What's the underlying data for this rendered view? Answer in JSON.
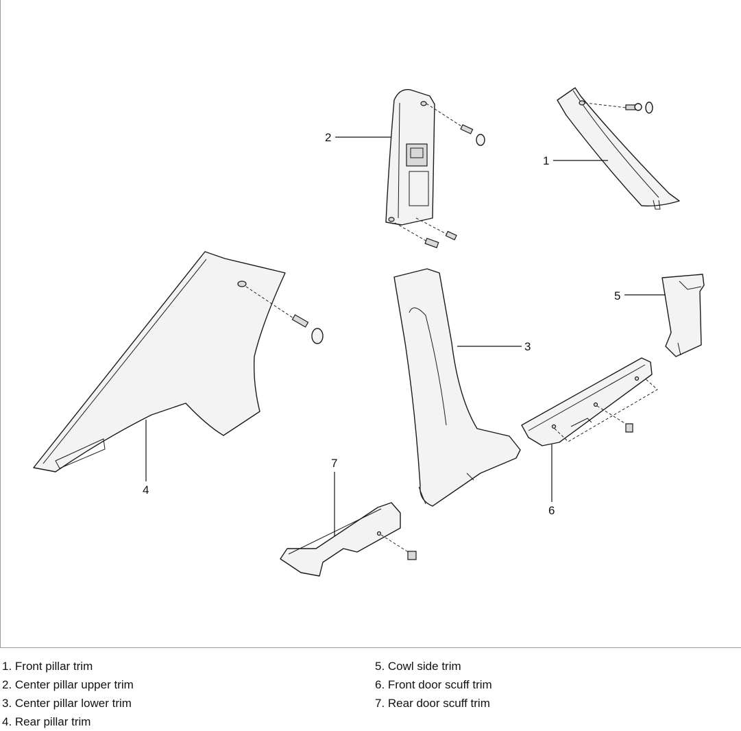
{
  "callouts": [
    "1",
    "2",
    "3",
    "4",
    "5",
    "6",
    "7"
  ],
  "legend": {
    "left": [
      "1. Front pillar trim",
      "2.  Center pillar upper trim",
      "3.  Center pillar lower trim",
      "4.  Rear pillar trim"
    ],
    "right": [
      "5.  Cowl side trim",
      "6.  Front door scuff trim",
      "7.  Rear door scuff trim"
    ]
  }
}
